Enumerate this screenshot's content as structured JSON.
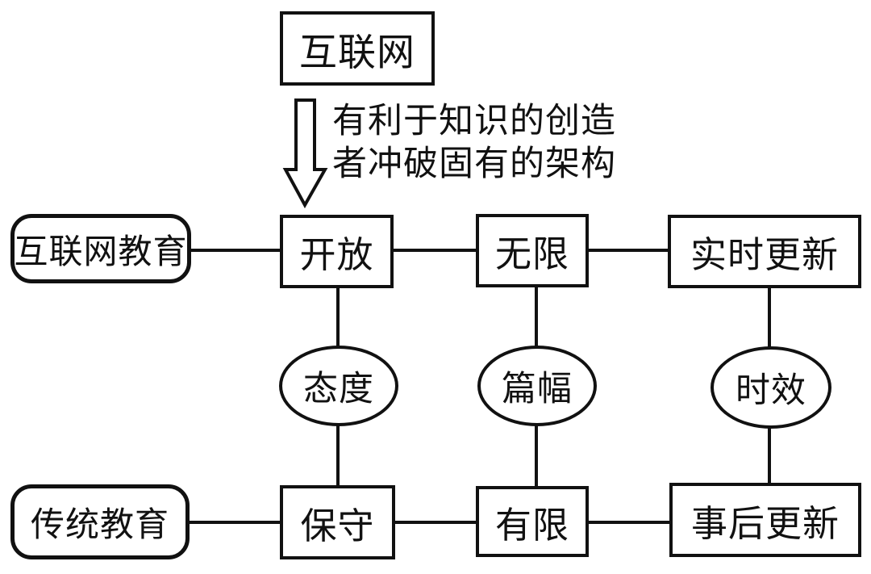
{
  "figure": {
    "background": "#ffffff",
    "ink_color": "#111111",
    "source": {
      "label": "互联网"
    },
    "arrow_note": {
      "line1": "有利于知识的创造",
      "line2": "者冲破固有的架构"
    },
    "internet_row": {
      "category": "互联网教育",
      "nodes": [
        {
          "label": "开放"
        },
        {
          "label": "无限"
        },
        {
          "label": "实时更新"
        }
      ]
    },
    "dimension_row": {
      "nodes": [
        {
          "label": "态度"
        },
        {
          "label": "篇幅"
        },
        {
          "label": "时效"
        }
      ]
    },
    "traditional_row": {
      "category": "传统教育",
      "nodes": [
        {
          "label": "保守"
        },
        {
          "label": "有限"
        },
        {
          "label": "事后更新"
        }
      ]
    }
  }
}
